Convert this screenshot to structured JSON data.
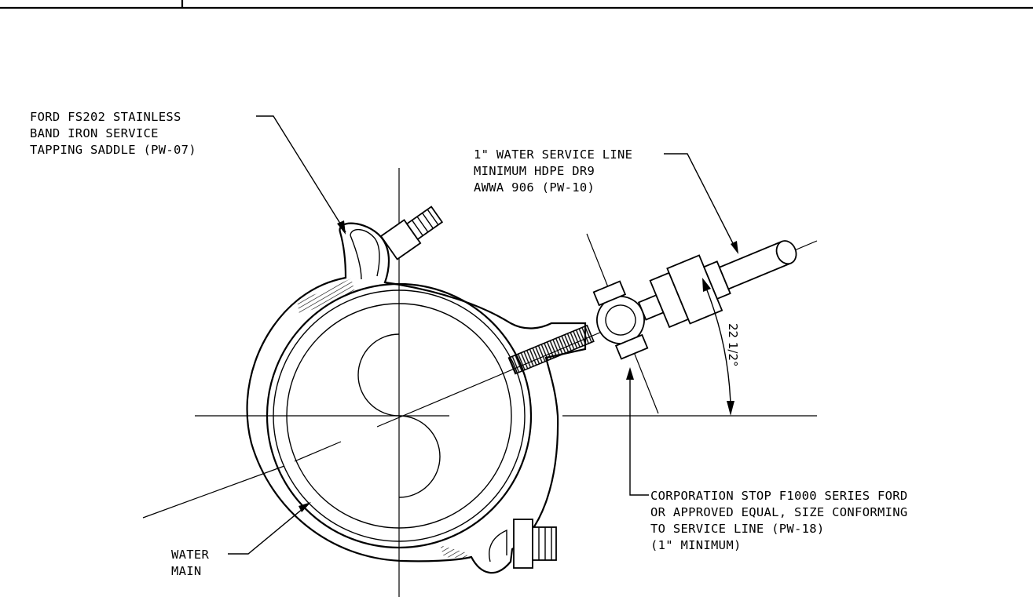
{
  "labels": {
    "saddle": [
      "FORD FS202 STAINLESS",
      "BAND IRON SERVICE",
      "TAPPING SADDLE (PW-07)"
    ],
    "service_line": [
      "1\" WATER SERVICE LINE",
      "MINIMUM HDPE DR9",
      "AWWA 906 (PW-10)"
    ],
    "corporation_stop": [
      "CORPORATION STOP F1000 SERIES  FORD",
      "OR APPROVED EQUAL, SIZE CONFORMING",
      "TO SERVICE LINE (PW-18)",
      "(1\" MINIMUM)"
    ],
    "water_main": [
      "WATER",
      "MAIN"
    ]
  },
  "dimension": {
    "angle": "22 1/2°"
  }
}
